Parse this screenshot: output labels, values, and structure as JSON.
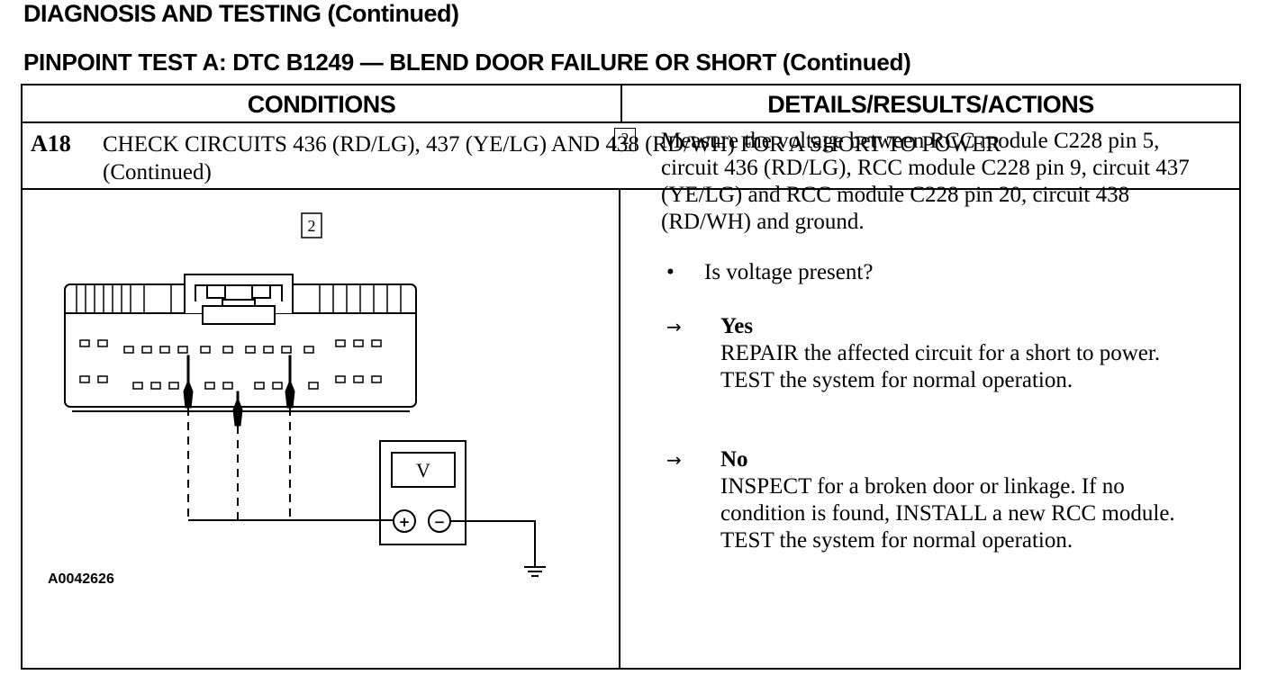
{
  "page": {
    "heading": "DIAGNOSIS AND TESTING (Continued)",
    "subheading": "PINPOINT TEST A:  DTC B1249 — BLEND DOOR FAILURE OR SHORT (Continued)"
  },
  "table": {
    "col_conditions": "CONDITIONS",
    "col_details": "DETAILS/RESULTS/ACTIONS",
    "step_id": "A18",
    "step_title": "CHECK CIRCUITS 436 (RD/LG), 437 (YE/LG) AND 438 (RD/WH) FOR A SHORT TO POWER",
    "step_title_cont": "(Continued)"
  },
  "diagram": {
    "step_number": "2",
    "meter_symbol": "V",
    "plus_symbol": "+",
    "minus_symbol": "−",
    "figure_id": "A0042626",
    "icons": [
      "connector-icon",
      "voltmeter-icon",
      "ground-icon",
      "probe-icon"
    ]
  },
  "details": {
    "step_number": "2",
    "instruction": "Measure the voltage between RCC module C228 pin 5, circuit 436 (RD/LG), RCC module C228 pin 9, circuit 437 (YE/LG) and RCC module C228 pin 20, circuit 438 (RD/WH) and ground.",
    "bullet": "•",
    "question": "Is voltage present?",
    "arrow": "→",
    "yes_label": "Yes",
    "yes_action": "REPAIR the affected circuit for a short to power. TEST the system for normal operation.",
    "no_label": "No",
    "no_action": "INSPECT for a broken door or linkage. If no condition is found, INSTALL a new RCC module.  TEST  the system for normal operation."
  }
}
